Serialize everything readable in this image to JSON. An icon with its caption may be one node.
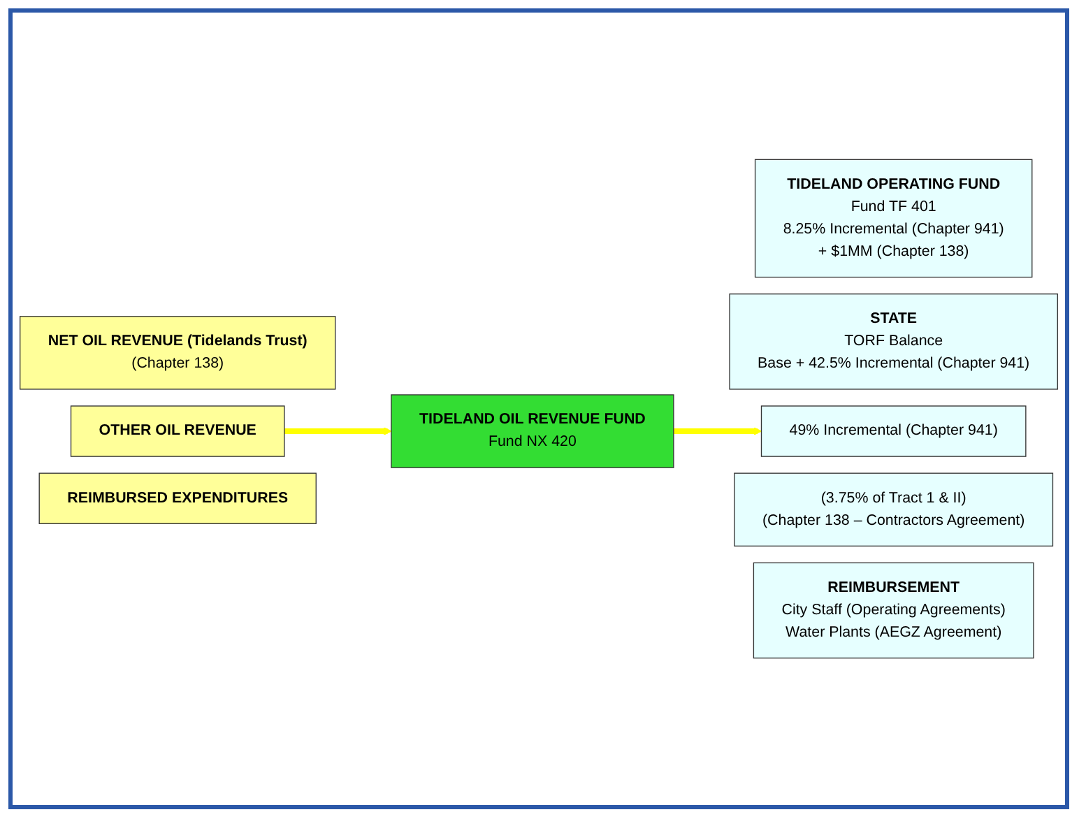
{
  "diagram": {
    "nodes": [
      {
        "text": [
          "NET OIL REVENUE (Tidelands Trust)",
          "(Chapter 138)"
        ]
      },
      {
        "text": [
          "OTHER OIL REVENUE"
        ]
      },
      {
        "text": [
          "REIMBURSED EXPENDITURES"
        ]
      },
      {
        "text": [
          "TIDELAND OIL REVENUE FUND",
          "Fund NX 420"
        ]
      },
      {
        "text": [
          "TIDELAND OPERATING FUND",
          "Fund TF 401",
          "8.25% Incremental (Chapter 941)",
          "+ $1MM (Chapter 138)"
        ]
      },
      {
        "text": [
          "STATE",
          "TORF Balance",
          "Base + 42.5% Incremental (Chapter 941)"
        ]
      },
      {
        "text": [
          "49% Incremental (Chapter 941)"
        ]
      },
      {
        "text": [
          "(3.75% of Tract 1 & II)",
          "(Chapter 138 – Contractors Agreement)"
        ]
      },
      {
        "text": [
          "REIMBURSEMENT",
          "City Staff (Operating Agreements)",
          "Water Plants (AEGZ Agreement)"
        ]
      }
    ],
    "edges": [
      {
        "from": 1,
        "to": 3,
        "arrow": "to"
      },
      {
        "from": 3,
        "to": 6,
        "arrow": "to"
      }
    ]
  }
}
